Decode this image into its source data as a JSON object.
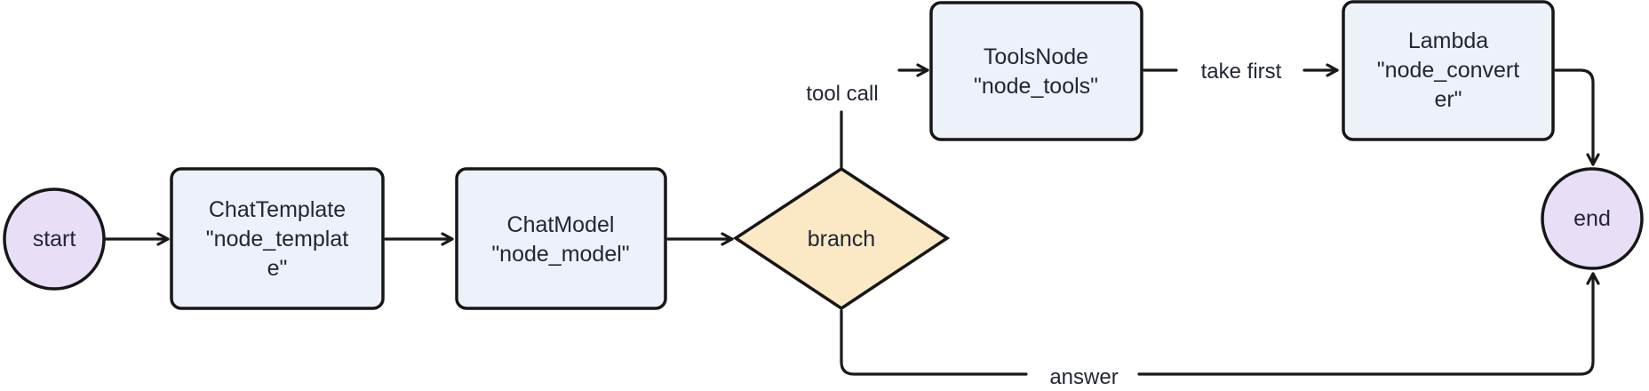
{
  "diagram": {
    "type": "flowchart",
    "direction": "left-to-right",
    "nodes": {
      "start": {
        "shape": "circle",
        "label": "start"
      },
      "chat_template": {
        "shape": "rounded-rect",
        "full_label": "ChatTemplate \"node_template\"",
        "lines": [
          "ChatTemplate",
          "\"node_templat",
          "e\""
        ]
      },
      "chat_model": {
        "shape": "rounded-rect",
        "full_label": "ChatModel \"node_model\"",
        "lines": [
          "ChatModel",
          "\"node_model\""
        ]
      },
      "branch": {
        "shape": "diamond",
        "label": "branch"
      },
      "tools_node": {
        "shape": "rounded-rect",
        "full_label": "ToolsNode \"node_tools\"",
        "lines": [
          "ToolsNode",
          "\"node_tools\""
        ]
      },
      "lambda": {
        "shape": "rounded-rect",
        "full_label": "Lambda \"node_converter\"",
        "lines": [
          "Lambda",
          "\"node_convert",
          "er\""
        ]
      },
      "end": {
        "shape": "circle",
        "label": "end"
      }
    },
    "edge_labels": {
      "tool_call": "tool call",
      "take_first": "take first",
      "answer": "answer"
    },
    "colors": {
      "terminal_fill": "#E8DEF6",
      "process_fill": "#ECF1FA",
      "decision_fill": "#FAE9C4",
      "node_stroke": "#171717",
      "edge_stroke": "#191919",
      "text": "#232634",
      "background": "#FFFFFF"
    }
  }
}
